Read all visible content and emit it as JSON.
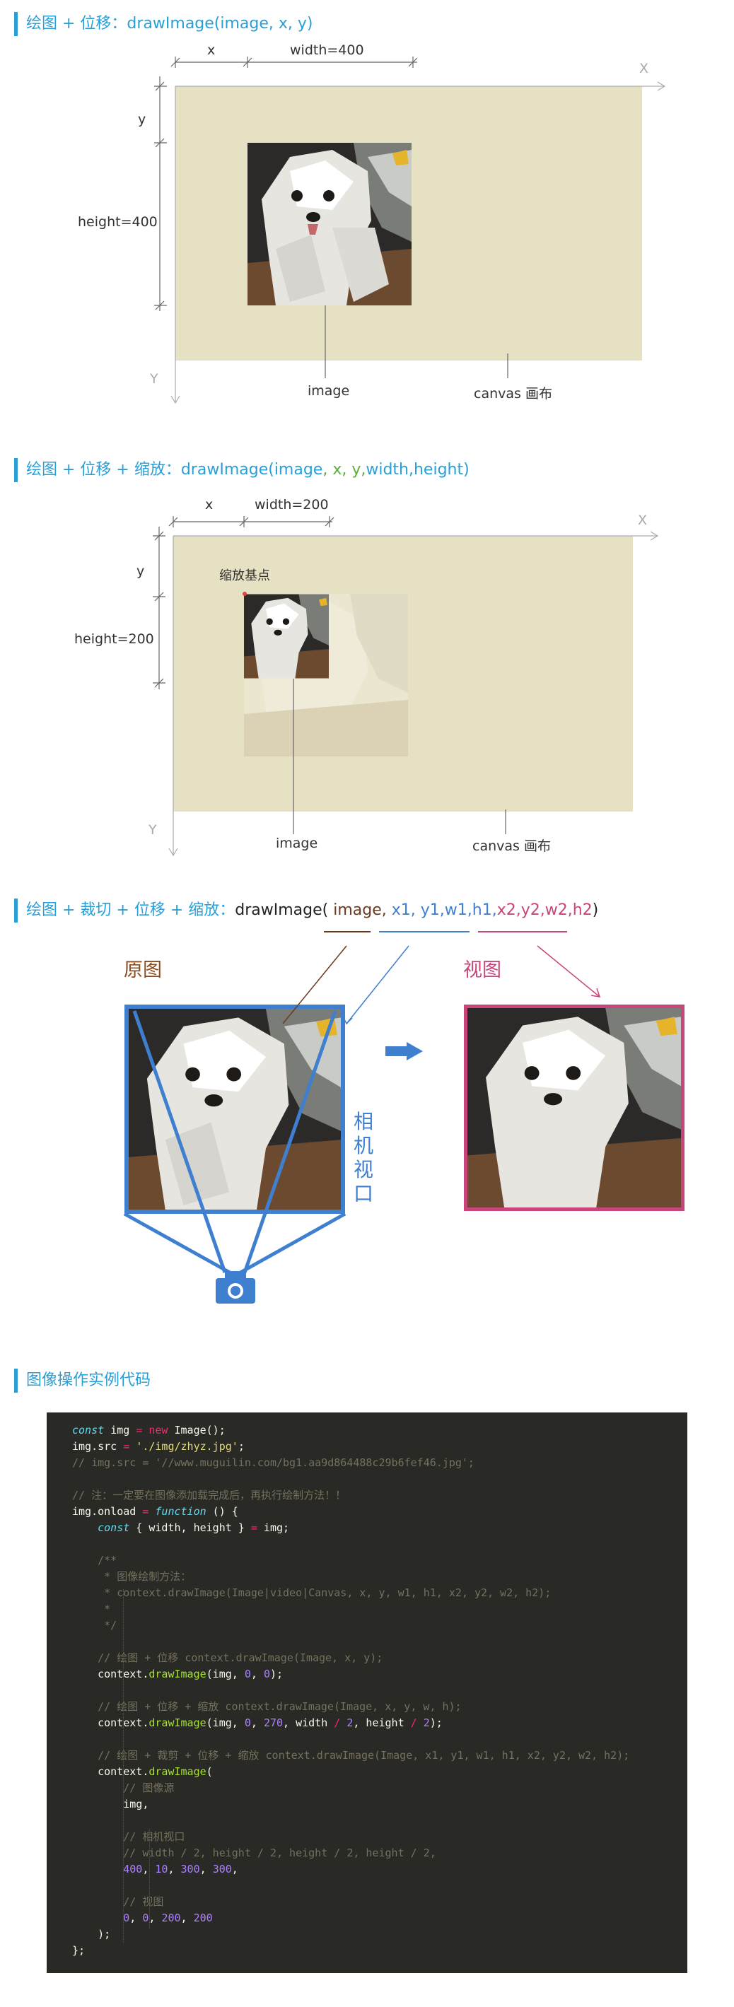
{
  "sections": {
    "s1": {
      "title_prefix": "绘图 + 位移：",
      "title_code": "drawImage(image, x, y)",
      "x_label": "x",
      "width_label": "width=400",
      "y_label": "y",
      "height_label": "height=400",
      "axis_x": "X",
      "axis_y": "Y",
      "image_label": "image",
      "canvas_label": "canvas 画布"
    },
    "s2": {
      "title_prefix": "绘图 + 位移 + 缩放：",
      "title_fn": "drawImage(",
      "title_image": "image",
      "title_xy": ", x, y,",
      "title_wh": "width,height",
      "title_close": ")",
      "x_label": "x",
      "width_label": "width=200",
      "y_label": "y",
      "height_label": "height=200",
      "scale_point_label": "缩放基点",
      "axis_x": "X",
      "axis_y": "Y",
      "image_label": "image",
      "canvas_label": "canvas 画布"
    },
    "s3": {
      "title_prefix": "绘图 + 裁切 + 位移 + 缩放：",
      "title_fn": "drawImage( ",
      "title_image": "image,",
      "title_crop": " x1, y1,w1,h1,",
      "title_view": "x2,y2,w2,h2",
      "title_close": ")",
      "original_label": "原图",
      "view_label": "视图",
      "camera_viewport_label": "相机视口",
      "camera_icon": "camera-icon",
      "arrow_icon": "right-arrow-icon"
    },
    "s4": {
      "title": "图像操作实例代码"
    }
  },
  "code": {
    "lines": [
      "const img = new Image();",
      "img.src = './img/zhyz.jpg';",
      "// img.src = '//www.muguilin.com/bg1.aa9d864488c29b6fef46.jpg';",
      "",
      "// 注：一定要在图像添加载完成后，再执行绘制方法！！",
      "img.onload = function () {",
      "    const { width, height } = img;",
      "",
      "    /**",
      "     * 图像绘制方法：",
      "     * context.drawImage(Image|video|Canvas, x, y, w1, h1, x2, y2, w2, h2);",
      "     *",
      "     */",
      "",
      "    // 绘图 + 位移 context.drawImage(Image, x, y);",
      "    context.drawImage(img, 0, 0);",
      "",
      "    // 绘图 + 位移 + 缩放 context.drawImage(Image, x, y, w, h);",
      "    context.drawImage(img, 0, 270, width / 2, height / 2);",
      "",
      "    // 绘图 + 裁剪 + 位移 + 缩放 context.drawImage(Image, x1, y1, w1, h1, x2, y2, w2, h2);",
      "    context.drawImage(",
      "        // 图像源",
      "        img,",
      "",
      "        // 相机视口",
      "        // width / 2, height / 2, height / 2, height / 2,",
      "        400, 10, 300, 300,",
      "",
      "        // 视图",
      "        0, 0, 200, 200",
      "    );",
      "};"
    ]
  },
  "colors": {
    "accent": "#2a9fd6",
    "canvas": "#e7e1c3",
    "viewport_blue": "#3f7fcf",
    "view_pink": "#c7457a",
    "image_brown": "#6b3a1e",
    "param_green": "#5cae3b",
    "code_bg": "#292925"
  }
}
